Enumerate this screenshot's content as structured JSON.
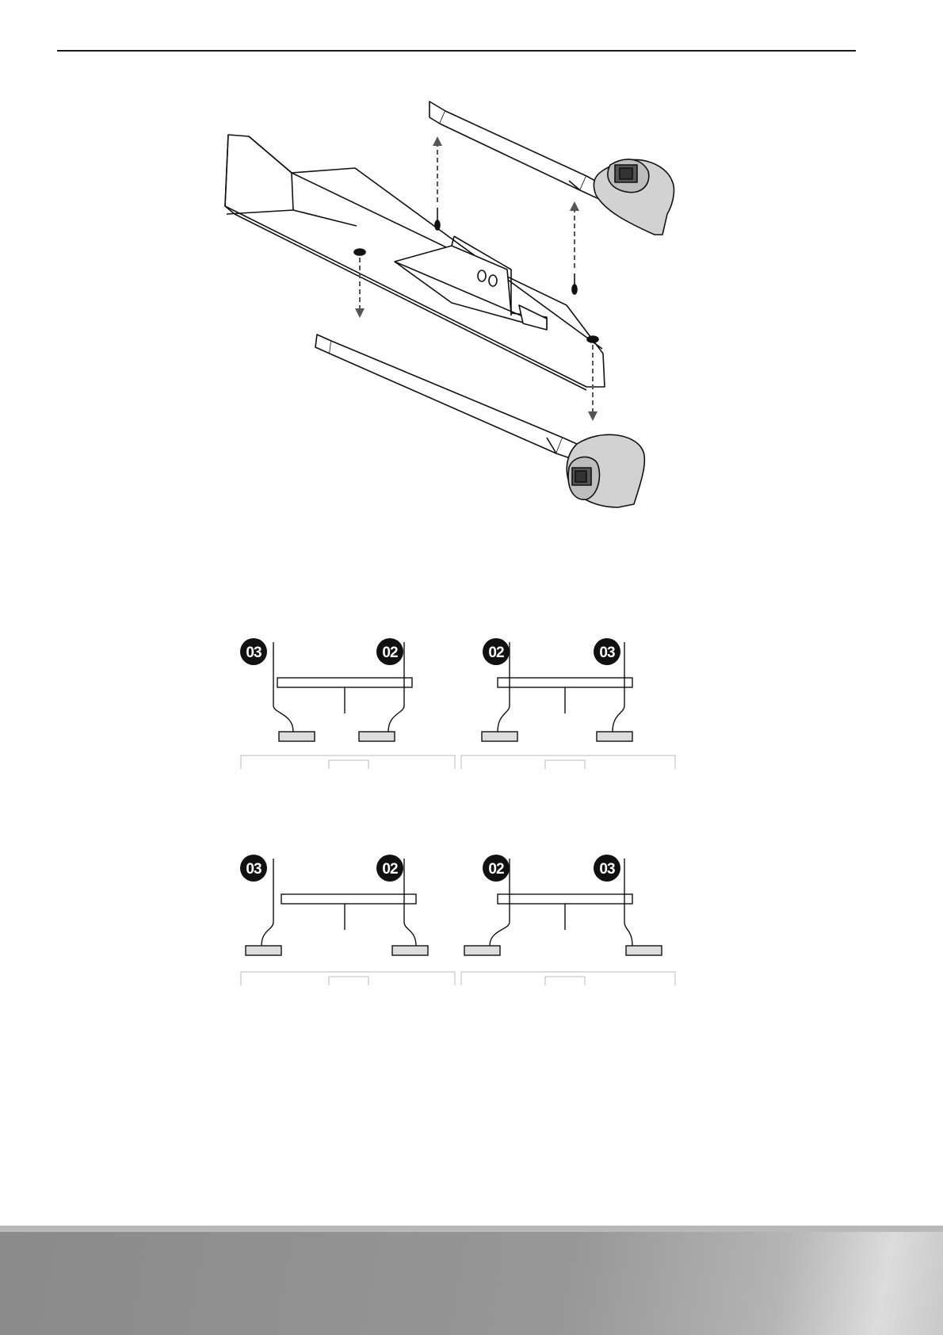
{
  "page": {
    "background": "#ffffff",
    "footer_color": "#8f8f8f"
  },
  "variants": [
    {
      "left_badge": "03",
      "right_badge": "02"
    },
    {
      "left_badge": "02",
      "right_badge": "03"
    },
    {
      "left_badge": "03",
      "right_badge": "02"
    },
    {
      "left_badge": "02",
      "right_badge": "03"
    }
  ]
}
